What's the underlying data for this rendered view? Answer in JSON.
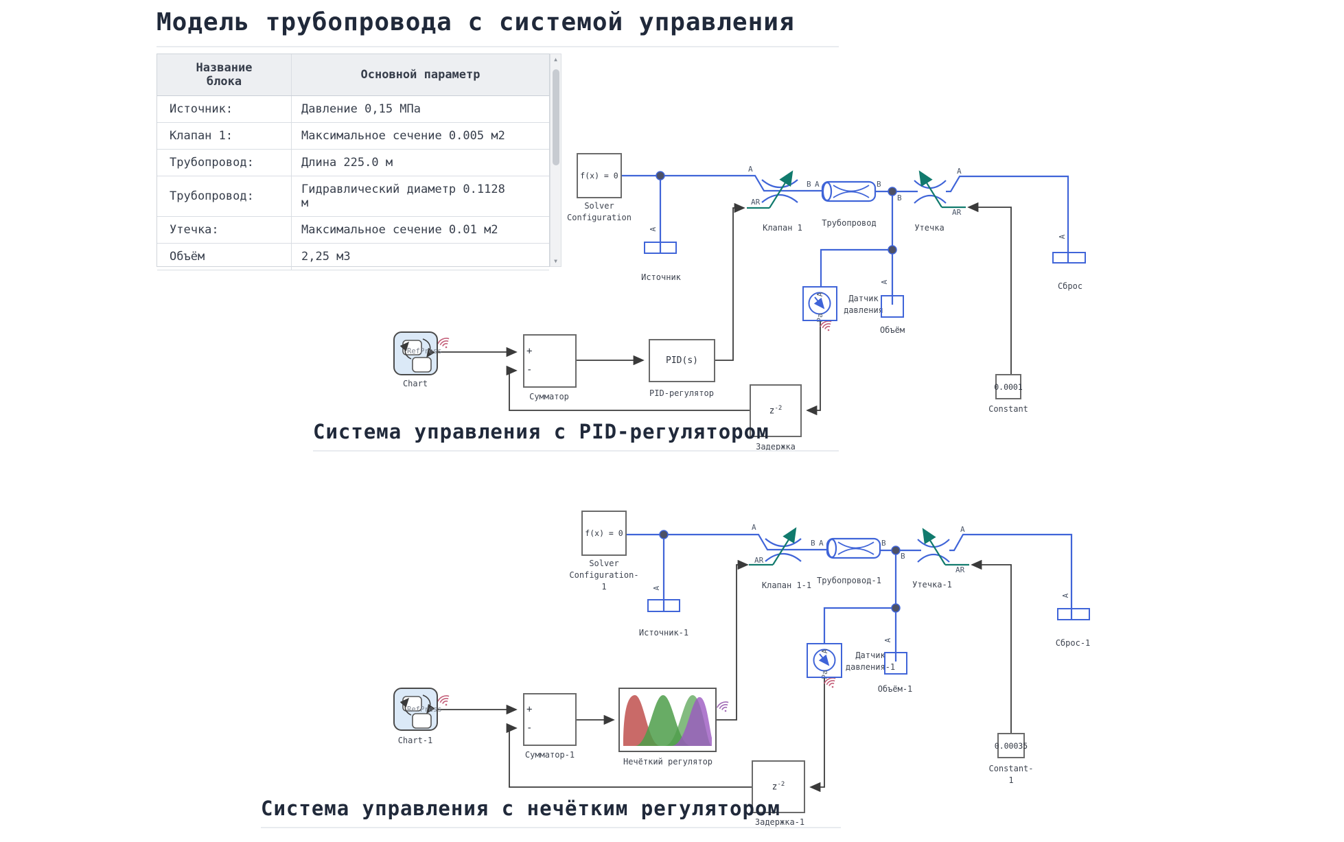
{
  "title": "Модель трубопровода с системой управления",
  "table": {
    "col_block": "Название\nблока",
    "col_param": "Основной параметр",
    "rows": [
      {
        "name": "Источник:",
        "param": "Давление 0,15 МПа"
      },
      {
        "name": "Клапан 1:",
        "param": "Максимальное сечение 0.005 м2"
      },
      {
        "name": "Трубопровод:",
        "param": "Длина 225.0 м"
      },
      {
        "name": "Трубопровод:",
        "param": "Гидравлический диаметр 0.1128\nм"
      },
      {
        "name": "Утечка:",
        "param": "Максимальное сечение 0.01 м2"
      },
      {
        "name": "Объём",
        "param": "2,25 м3"
      }
    ]
  },
  "ports": {
    "a": "A",
    "b": "B",
    "ar": "AR",
    "pa": "Pa"
  },
  "colors": {
    "wire_blue": "#3f64d8",
    "wire_dark": "#3a3a3a",
    "teal": "#117a6d",
    "wifi_pink": "#c4607a",
    "wifi_purple": "#a06ab5",
    "member_red": "#c0504d",
    "member_green": "#4e9e4a",
    "member_purple": "#9b59c0"
  },
  "d1": {
    "heading": "Система управления с PID-регулятором",
    "solver_text": "f(x) = 0",
    "solver_l1": "Solver",
    "solver_l2": "Configuration",
    "source": "Источник",
    "valve": "Клапан 1",
    "pipe": "Трубопровод",
    "leak": "Утечка",
    "drain": "Сброс",
    "sensor_l1": "Датчик",
    "sensor_l2": "давления",
    "volume": "Объём",
    "constant_value": "0.0001",
    "constant_label": "Constant",
    "delay_base": "z",
    "delay_exp": "-2",
    "delay_label": "Задержка",
    "pid_text": "PID(s)",
    "pid_label": "PID-регулятор",
    "sum_plus": "+",
    "sum_minus": "-",
    "sum_label": "Сумматор",
    "chart_label": "Chart",
    "chart_text": "RefPress"
  },
  "d2": {
    "heading": "Система управления с нечётким регулятором",
    "solver_text": "f(x) = 0",
    "solver_l1": "Solver",
    "solver_l2": "Configuration-",
    "solver_l3": "1",
    "source": "Источник-1",
    "valve": "Клапан 1-1",
    "pipe": "Трубопровод-1",
    "leak": "Утечка-1",
    "drain": "Сброс-1",
    "sensor_l1": "Датчик",
    "sensor_l2": "давления-1",
    "volume": "Объём-1",
    "constant_value": "0.00035",
    "constant_l1": "Constant-",
    "constant_l2": "1",
    "delay_base": "z",
    "delay_exp": "-2",
    "delay_label": "Задержка-1",
    "fuzzy_label": "Нечёткий регулятор",
    "sum_plus": "+",
    "sum_minus": "-",
    "sum_label": "Сумматор-1",
    "chart_label": "Chart-1",
    "chart_text": "RefPress"
  }
}
